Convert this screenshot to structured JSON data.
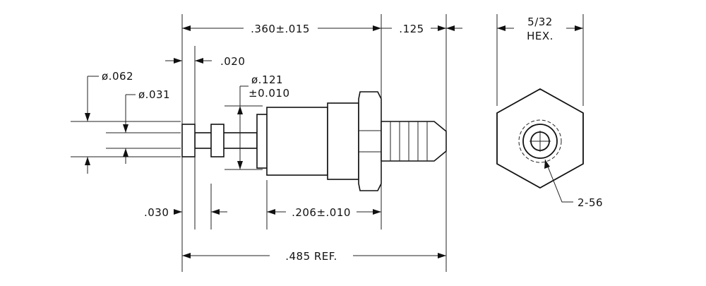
{
  "dimensions": {
    "overall_top": ".360±.015",
    "hex_length": ".125",
    "hex_size_line1": "5/32",
    "hex_size_line2": "HEX.",
    "groove_width": ".020",
    "dia_large": "ø.062",
    "dia_small": "ø.031",
    "dia_body_line1": "ø.121",
    "dia_body_line2": "±0.010",
    "collar_width": ".030",
    "knurl_length": ".206±.010",
    "thread": "2-56",
    "overall_ref": ".485 REF."
  },
  "colors": {
    "line": "#111111",
    "knurl": "#333333",
    "background": "#ffffff"
  }
}
